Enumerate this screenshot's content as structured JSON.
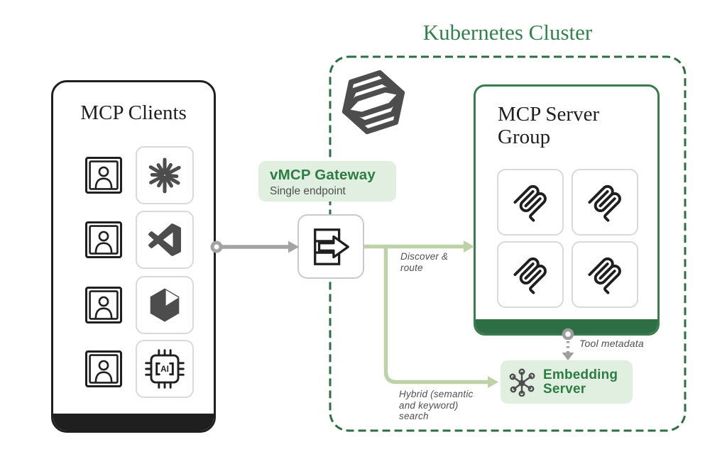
{
  "colors": {
    "ink": "#1f1f1f",
    "icon-gray": "#4d4d4d",
    "text-gray": "#4f4f4f",
    "arrow-gray": "#a3a3a3",
    "connector-gray": "#9e9e9e",
    "green-title": "#35814d",
    "green-text": "#2c7c44",
    "green-dark": "#2e6e44",
    "green-border": "#3a7b50",
    "green-light": "#e1efe0",
    "green-arrow": "#bdd3a7",
    "tile-border": "#d9d9d9",
    "gateway-border": "#c9c9c9"
  },
  "clients": {
    "title": "MCP Clients",
    "rows": [
      {
        "user_icon": "person-icon",
        "app_icon": "claude-icon"
      },
      {
        "user_icon": "person-icon",
        "app_icon": "vscode-icon"
      },
      {
        "user_icon": "person-icon",
        "app_icon": "cube-3d-icon"
      },
      {
        "user_icon": "person-icon",
        "app_icon": "ai-chip-icon",
        "icon_label": "AI"
      }
    ]
  },
  "gateway": {
    "title": "vMCP Gateway",
    "subtitle": "Single endpoint",
    "icon": "routing-arrow-icon"
  },
  "cluster": {
    "title": "Kubernetes Cluster",
    "icon": "hexagon-stripes-icon",
    "server_group": {
      "title": "MCP Server\nGroup",
      "tile_icon": "mcp-logo-icon",
      "tile_count": 4
    },
    "embedding": {
      "title": "Embedding\nServer",
      "icon": "network-graph-icon"
    }
  },
  "connections": {
    "discover_route_label": "Discover &\nroute",
    "hybrid_search_label": "Hybrid (semantic\nand keyword)\nsearch",
    "tool_metadata_label": "Tool metadata"
  }
}
